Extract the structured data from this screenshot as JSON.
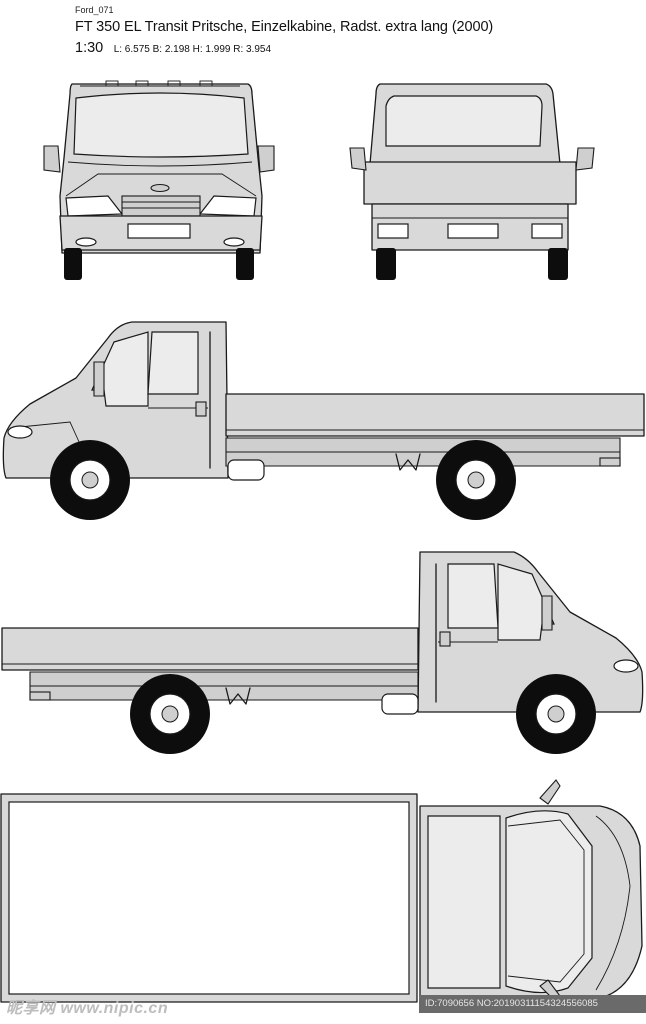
{
  "header": {
    "code": "Ford_071",
    "title": "FT 350 EL Transit Pritsche, Einzelkabine, Radst. extra lang (2000)",
    "scale": "1:30",
    "dimensions": "L: 6.575   B: 2.198   H: 1.999   R: 3.954"
  },
  "footer": {
    "watermark": "昵享网 www.nipic.cn",
    "stamp": "ID:7090656 NO:20190311154324556085"
  },
  "colors": {
    "body": "#d9d9d9",
    "outline": "#1a1a1a",
    "tyre": "#0d0d0d"
  }
}
